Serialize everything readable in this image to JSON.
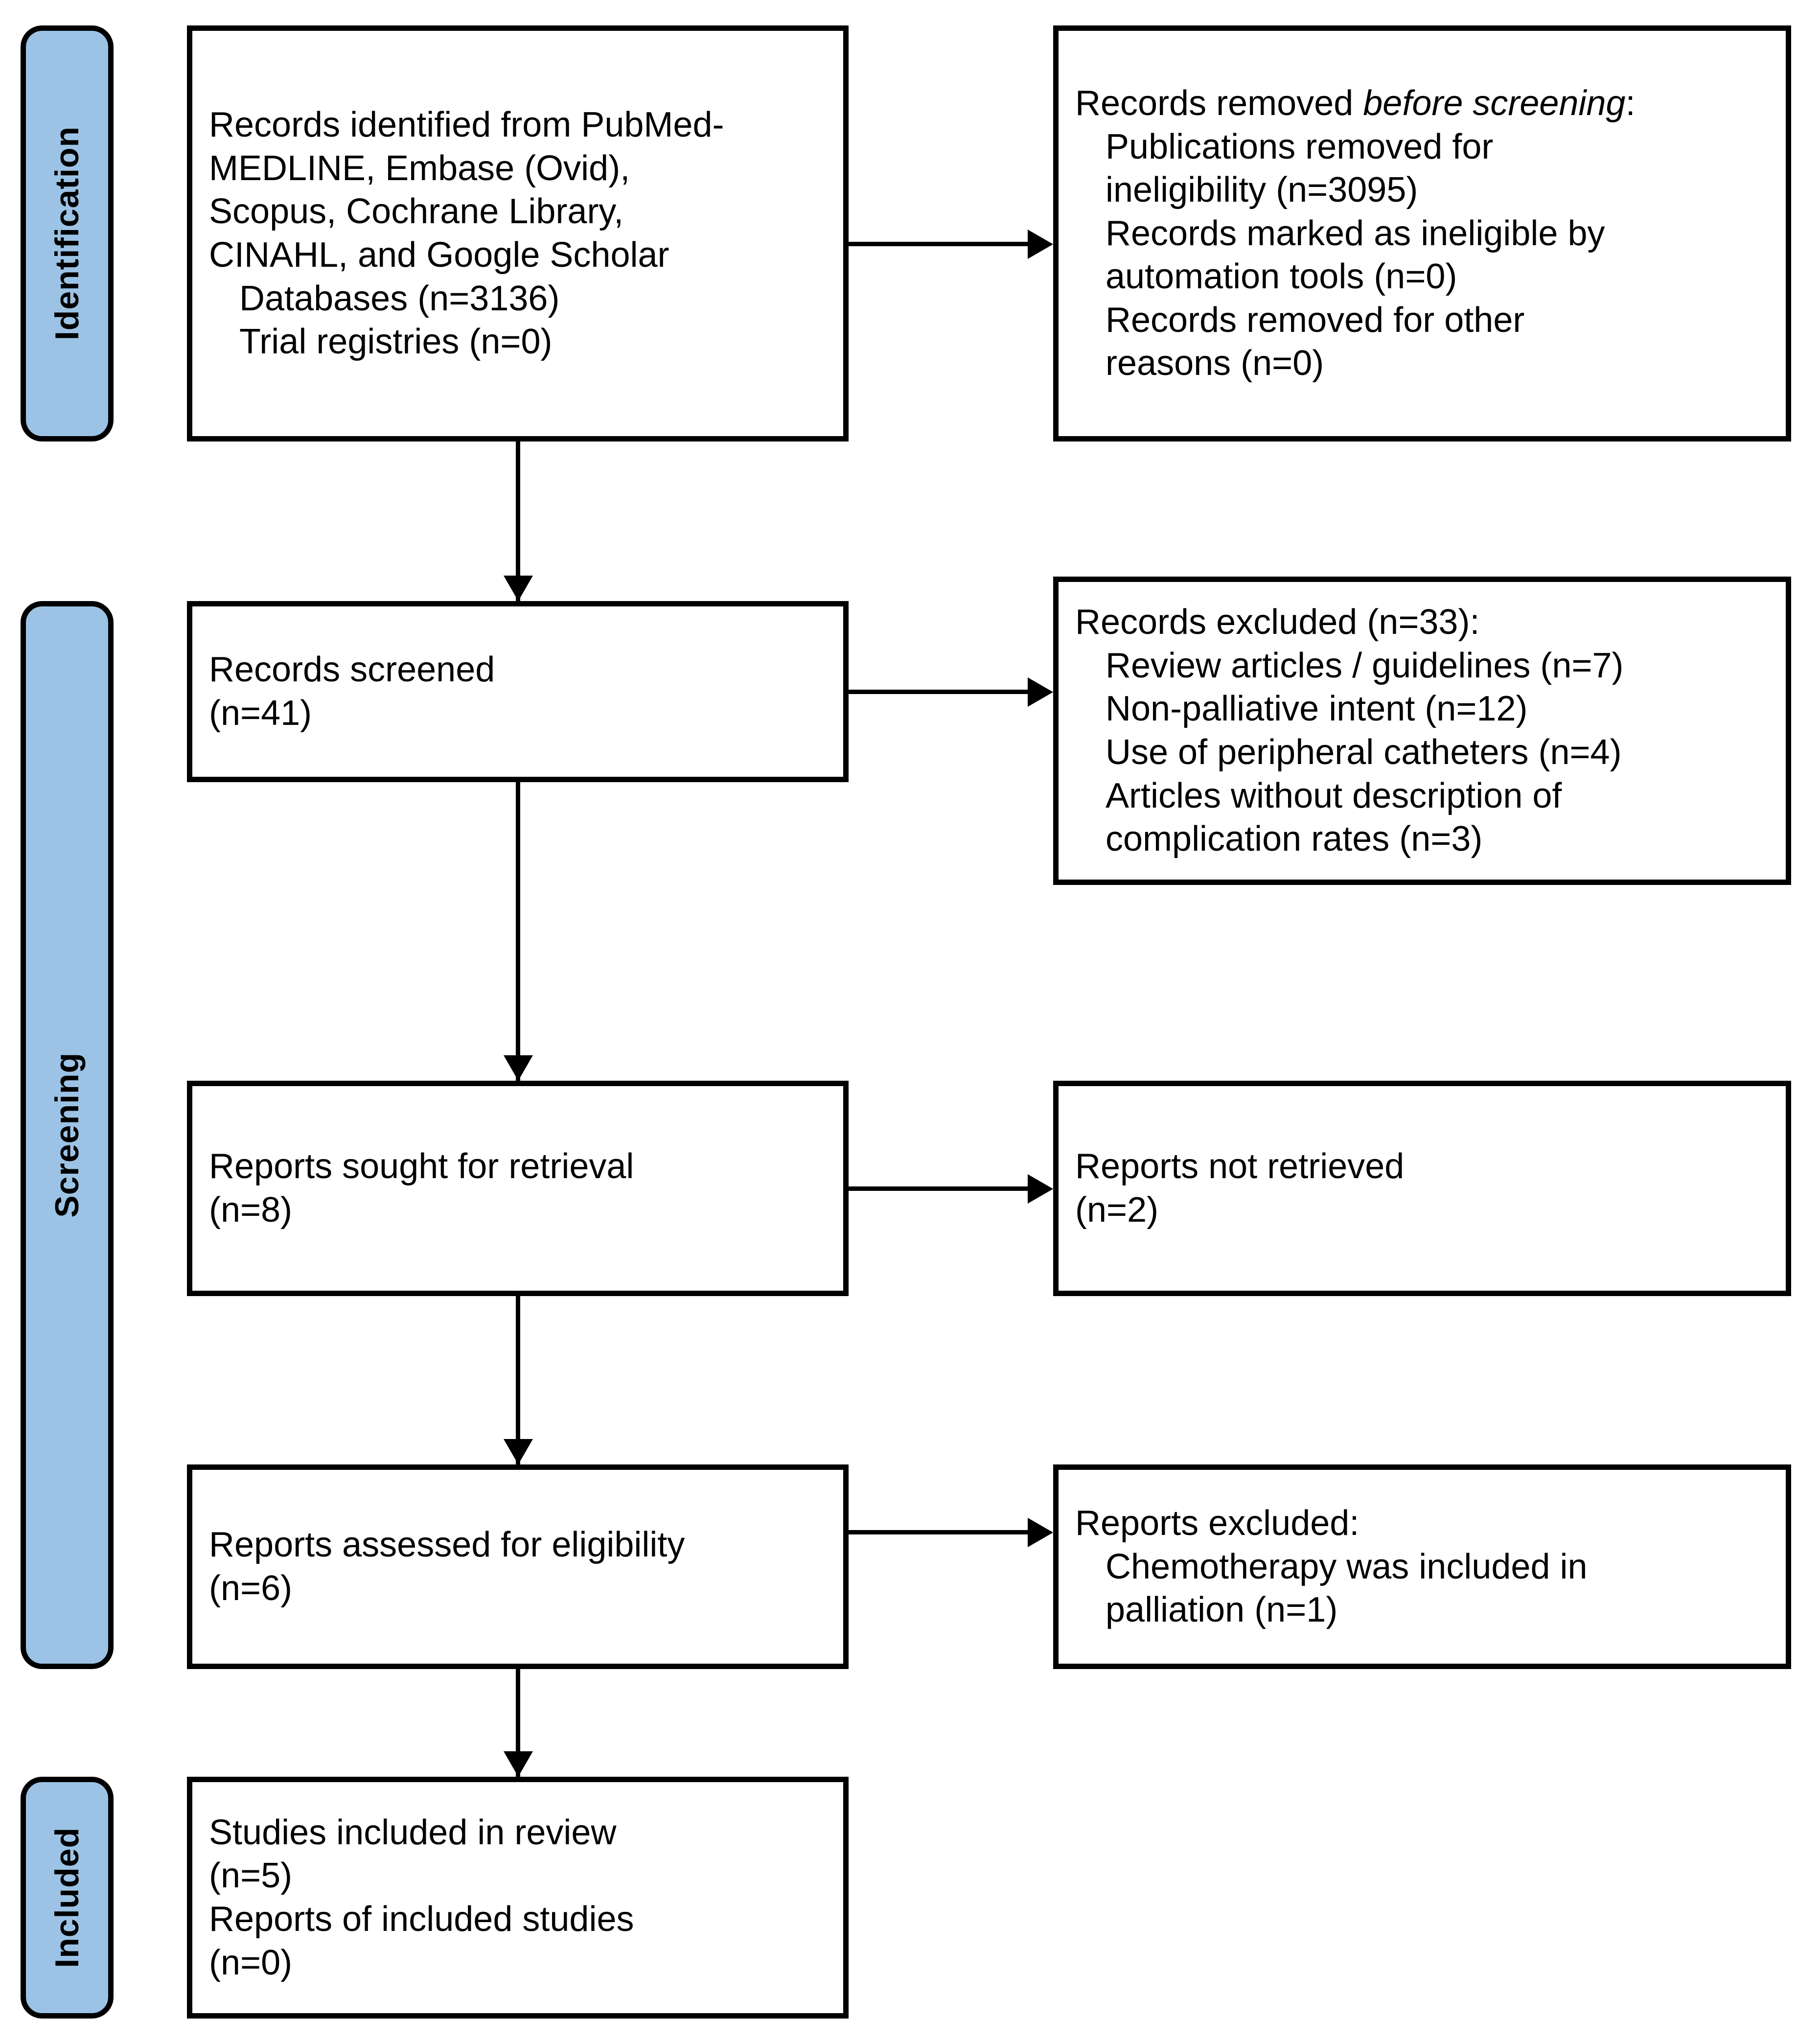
{
  "diagram": {
    "title": "PRISMA 2020 flow diagram",
    "accent_color": "#9CC3E5",
    "line_color": "#000000",
    "box_fill": "#FFFFFF"
  },
  "stages": [
    {
      "id": "identification",
      "label": "Identification"
    },
    {
      "id": "screening",
      "label": "Screening"
    },
    {
      "id": "included",
      "label": "Included"
    }
  ],
  "boxes": {
    "identified": {
      "id": "records-identified",
      "lines": [
        {
          "text": "Records identified from PubMed-",
          "indent": false
        },
        {
          "text": "MEDLINE, Embase (Ovid),",
          "indent": false
        },
        {
          "text": "Scopus, Cochrane Library,",
          "indent": false
        },
        {
          "text": "CINAHL, and Google Scholar",
          "indent": false
        },
        {
          "text": "Databases (n=3136)",
          "indent": true
        },
        {
          "text": "Trial registries (n=0)",
          "indent": true
        }
      ]
    },
    "removed_before_screening": {
      "id": "records-removed-before-screening",
      "heading_prefix": "Records removed ",
      "heading_italic": "before screening",
      "heading_suffix": ":",
      "lines": [
        {
          "text": "Publications removed for",
          "indent": true
        },
        {
          "text": "ineligibility (n=3095)",
          "indent": false
        },
        {
          "text": "Records marked as ineligible by",
          "indent": false
        },
        {
          "text": "automation tools (n=0)",
          "indent": false
        },
        {
          "text": "Records removed for other",
          "indent": false
        },
        {
          "text": "reasons (n=0)",
          "indent": false
        }
      ]
    },
    "screened": {
      "id": "records-screened",
      "lines": [
        {
          "text": "Records screened",
          "indent": false
        },
        {
          "text": "(n=41)",
          "indent": false
        }
      ]
    },
    "excluded": {
      "id": "records-excluded",
      "lines": [
        {
          "text": "Records excluded (n=33):",
          "indent": false
        },
        {
          "text": "Review articles / guidelines (n=7)",
          "indent": true
        },
        {
          "text": "Non-palliative intent (n=12)",
          "indent": true
        },
        {
          "text": "Use of peripheral catheters (n=4)",
          "indent": true
        },
        {
          "text": "Articles without description of",
          "indent": true
        },
        {
          "text": "complication rates (n=3)",
          "indent": false
        }
      ]
    },
    "sought": {
      "id": "reports-sought-for-retrieval",
      "lines": [
        {
          "text": "Reports sought for retrieval",
          "indent": false
        },
        {
          "text": "(n=8)",
          "indent": false
        }
      ]
    },
    "not_retrieved": {
      "id": "reports-not-retrieved",
      "lines": [
        {
          "text": "Reports not retrieved",
          "indent": false
        },
        {
          "text": "(n=2)",
          "indent": false
        }
      ]
    },
    "assessed": {
      "id": "reports-assessed-for-eligibility",
      "lines": [
        {
          "text": "Reports assessed for eligibility",
          "indent": false
        },
        {
          "text": "(n=6)",
          "indent": false
        }
      ]
    },
    "reports_excluded": {
      "id": "reports-excluded",
      "lines": [
        {
          "text": "Reports excluded:",
          "indent": false
        },
        {
          "text": "Chemotherapy was included in",
          "indent": true
        },
        {
          "text": "palliation (n=1)",
          "indent": false
        }
      ]
    },
    "included_studies": {
      "id": "studies-included-in-review",
      "lines": [
        {
          "text": "Studies included in review",
          "indent": false
        },
        {
          "text": "(n=5)",
          "indent": false
        },
        {
          "text": "Reports of included studies",
          "indent": false
        },
        {
          "text": "(n=0)",
          "indent": false
        }
      ]
    }
  },
  "chart_data": {
    "type": "diagram",
    "title": "PRISMA 2020 flow diagram for new systematic reviews",
    "nodes": [
      {
        "id": "identified",
        "stage": "Identification",
        "label": "Records identified from databases",
        "n": 3136,
        "registries_n": 0
      },
      {
        "id": "removed_before_screening",
        "stage": "Identification",
        "label": "Records removed before screening",
        "ineligibility_n": 3095,
        "automation_tools_n": 0,
        "other_reasons_n": 0
      },
      {
        "id": "screened",
        "stage": "Screening",
        "label": "Records screened",
        "n": 41
      },
      {
        "id": "excluded",
        "stage": "Screening",
        "label": "Records excluded",
        "n": 33,
        "reasons": [
          {
            "reason": "Review articles / guidelines",
            "n": 7
          },
          {
            "reason": "Non-palliative intent",
            "n": 12
          },
          {
            "reason": "Use of peripheral catheters",
            "n": 4
          },
          {
            "reason": "Articles without description of complication rates",
            "n": 3
          }
        ]
      },
      {
        "id": "sought",
        "stage": "Screening",
        "label": "Reports sought for retrieval",
        "n": 8
      },
      {
        "id": "not_retrieved",
        "stage": "Screening",
        "label": "Reports not retrieved",
        "n": 2
      },
      {
        "id": "assessed",
        "stage": "Screening",
        "label": "Reports assessed for eligibility",
        "n": 6
      },
      {
        "id": "reports_excluded",
        "stage": "Screening",
        "label": "Reports excluded",
        "reasons": [
          {
            "reason": "Chemotherapy was included in palliation",
            "n": 1
          }
        ]
      },
      {
        "id": "included_studies",
        "stage": "Included",
        "label": "Studies included in review",
        "n": 5,
        "reports_n": 0
      }
    ],
    "edges": [
      {
        "from": "identified",
        "to": "removed_before_screening"
      },
      {
        "from": "identified",
        "to": "screened"
      },
      {
        "from": "screened",
        "to": "excluded"
      },
      {
        "from": "screened",
        "to": "sought"
      },
      {
        "from": "sought",
        "to": "not_retrieved"
      },
      {
        "from": "sought",
        "to": "assessed"
      },
      {
        "from": "assessed",
        "to": "reports_excluded"
      },
      {
        "from": "assessed",
        "to": "included_studies"
      }
    ]
  }
}
